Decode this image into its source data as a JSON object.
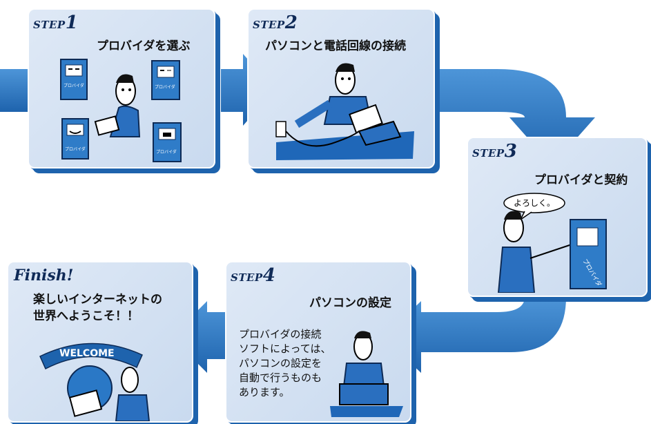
{
  "steps": [
    {
      "prefix": "STEP",
      "number": "1",
      "title": "プロバイダを選ぶ"
    },
    {
      "prefix": "STEP",
      "number": "2",
      "title": "パソコンと電話回線の接続"
    },
    {
      "prefix": "STEP",
      "number": "3",
      "title": "プロバイダと契約"
    },
    {
      "prefix": "STEP",
      "number": "4",
      "title": "パソコンの設定"
    }
  ],
  "step3_speech": "よろしく。",
  "step4_note": [
    "プロバイダの接続",
    "ソフトによっては、",
    "パソコンの設定を",
    "自動で行うものも",
    "あります。"
  ],
  "provider_label": "プロバイダ",
  "finish": {
    "label": "Finish!",
    "lines": [
      "楽しいインターネットの",
      "世界へようこそ！！"
    ],
    "banner": "WELCOME"
  },
  "colors": {
    "arrow": "#2a78c6",
    "arrow_dark": "#1e63ad",
    "server": "#3b86cf"
  }
}
